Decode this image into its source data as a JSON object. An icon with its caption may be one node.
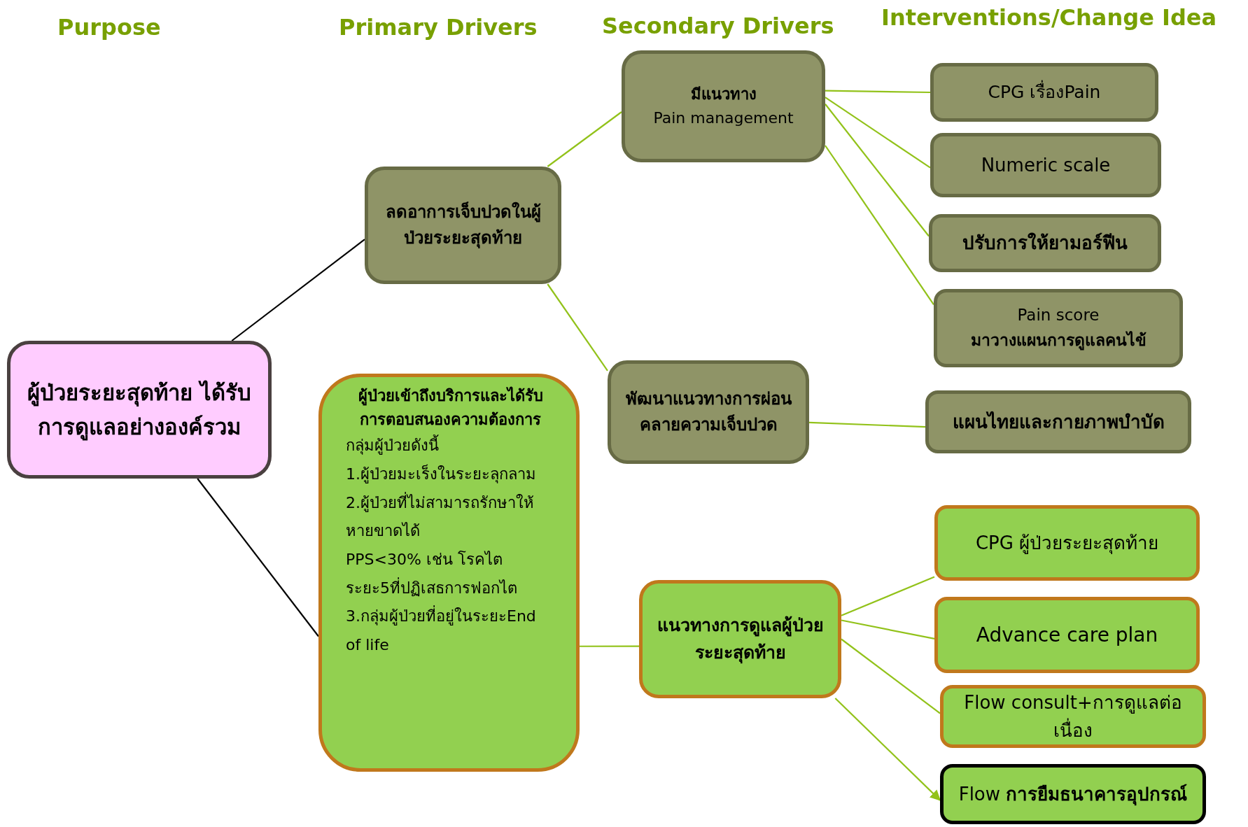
{
  "diagram": {
    "nodes": [
      {
        "text": [
          "ผู้ป่วยระยะสุดท้าย ได้รับการดูแลอย่างองค์รวม"
        ]
      },
      {
        "text": [
          "ลดอาการเจ็บปวดในผู้ป่วยระยะสุดท้าย"
        ]
      },
      {
        "text": [
          "ผู้ป่วยเข้าถึงบริการและได้รับการตอบสนองความต้องการ",
          "กลุ่มผู้ป่วยดังนี้",
          "1.ผู้ป่วยมะเร็งในระยะลุกลาม",
          "2.ผู้ป่วยที่ไม่สามารถรักษาให้หายขาดได้",
          "PPS<30% เช่น  โรคไตระยะ5ที่ปฏิเสธการฟอกไต",
          "3.กลุ่มผู้ป่วยที่อยู่ในระยะEnd of life"
        ]
      },
      {
        "text": [
          "มีแนวทาง",
          "Pain management"
        ]
      },
      {
        "text": [
          "พัฒนาแนวทางการผ่อนคลายความเจ็บปวด"
        ]
      },
      {
        "text": [
          "แนวทางการดูแลผู้ป่วยระยะสุดท้าย"
        ]
      },
      {
        "text": [
          "CPG เรื่องPain"
        ]
      },
      {
        "text": [
          "Numeric scale"
        ]
      },
      {
        "text": [
          "ปรับการให้ยามอร์ฟีน"
        ]
      },
      {
        "text": [
          "Pain score",
          "มาวางแผนการดูแลคนไข้"
        ]
      },
      {
        "text": [
          "แผนไทยและกายภาพบำบัด"
        ]
      },
      {
        "text": [
          "CPG ผู้ป่วยระยะสุดท้าย"
        ]
      },
      {
        "text": [
          "Advance care plan"
        ]
      },
      {
        "text": [
          "Flow consult+การดูแลต่อเนื่อง"
        ]
      },
      {
        "text": [
          "Flow **การยืมธนาคารอุปกรณ์**"
        ]
      }
    ],
    "edges": [
      {
        "from": 0,
        "to": 1,
        "arrow": "none",
        "color": "#000000"
      },
      {
        "from": 0,
        "to": 2,
        "arrow": "none",
        "color": "#000000"
      },
      {
        "from": 1,
        "to": 3,
        "arrow": "none"
      },
      {
        "from": 1,
        "to": 4,
        "arrow": "none"
      },
      {
        "from": 2,
        "to": 5,
        "arrow": "none"
      },
      {
        "from": 3,
        "to": 6,
        "arrow": "none"
      },
      {
        "from": 3,
        "to": 7,
        "arrow": "none"
      },
      {
        "from": 3,
        "to": 8,
        "arrow": "none"
      },
      {
        "from": 3,
        "to": 9,
        "arrow": "none"
      },
      {
        "from": 4,
        "to": 10,
        "arrow": "none"
      },
      {
        "from": 5,
        "to": 11,
        "arrow": "none"
      },
      {
        "from": 5,
        "to": 12,
        "arrow": "none"
      },
      {
        "from": 5,
        "to": 13,
        "arrow": "none"
      },
      {
        "from": 5,
        "to": 14,
        "arrow": "to"
      }
    ],
    "labels": [
      "Purpose",
      "Primary Drivers",
      "Secondary Drivers",
      "Interventions/Change Idea"
    ]
  }
}
